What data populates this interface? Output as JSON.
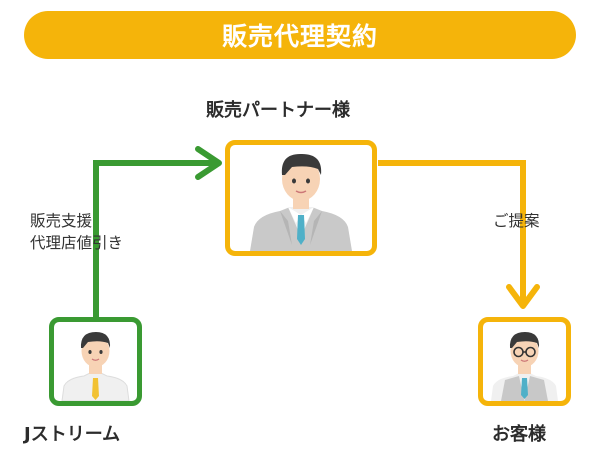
{
  "title": "販売代理契約",
  "nodes": {
    "partner": {
      "label": "販売パートナー様"
    },
    "jstream": {
      "label": "Jストリーム"
    },
    "customer": {
      "label": "お客様"
    }
  },
  "edges": {
    "jstream_to_partner": {
      "line1": "販売支援",
      "line2": "代理店値引き"
    },
    "partner_to_customer": {
      "label": "ご提案"
    }
  },
  "colors": {
    "accent": "#f5b40a",
    "green": "#3a9a32",
    "shirt": "#f0f0f0",
    "tie_blue": "#4fb0c8",
    "tie_yellow": "#f2c233",
    "suit_gray": "#c9c9c9",
    "vest_gray": "#c8c8c8",
    "hair": "#3a3a3a",
    "skin": "#f7d3b5"
  },
  "icons": {
    "partner": "businessman-icon",
    "jstream": "staff-icon",
    "customer": "customer-with-glasses-icon"
  }
}
